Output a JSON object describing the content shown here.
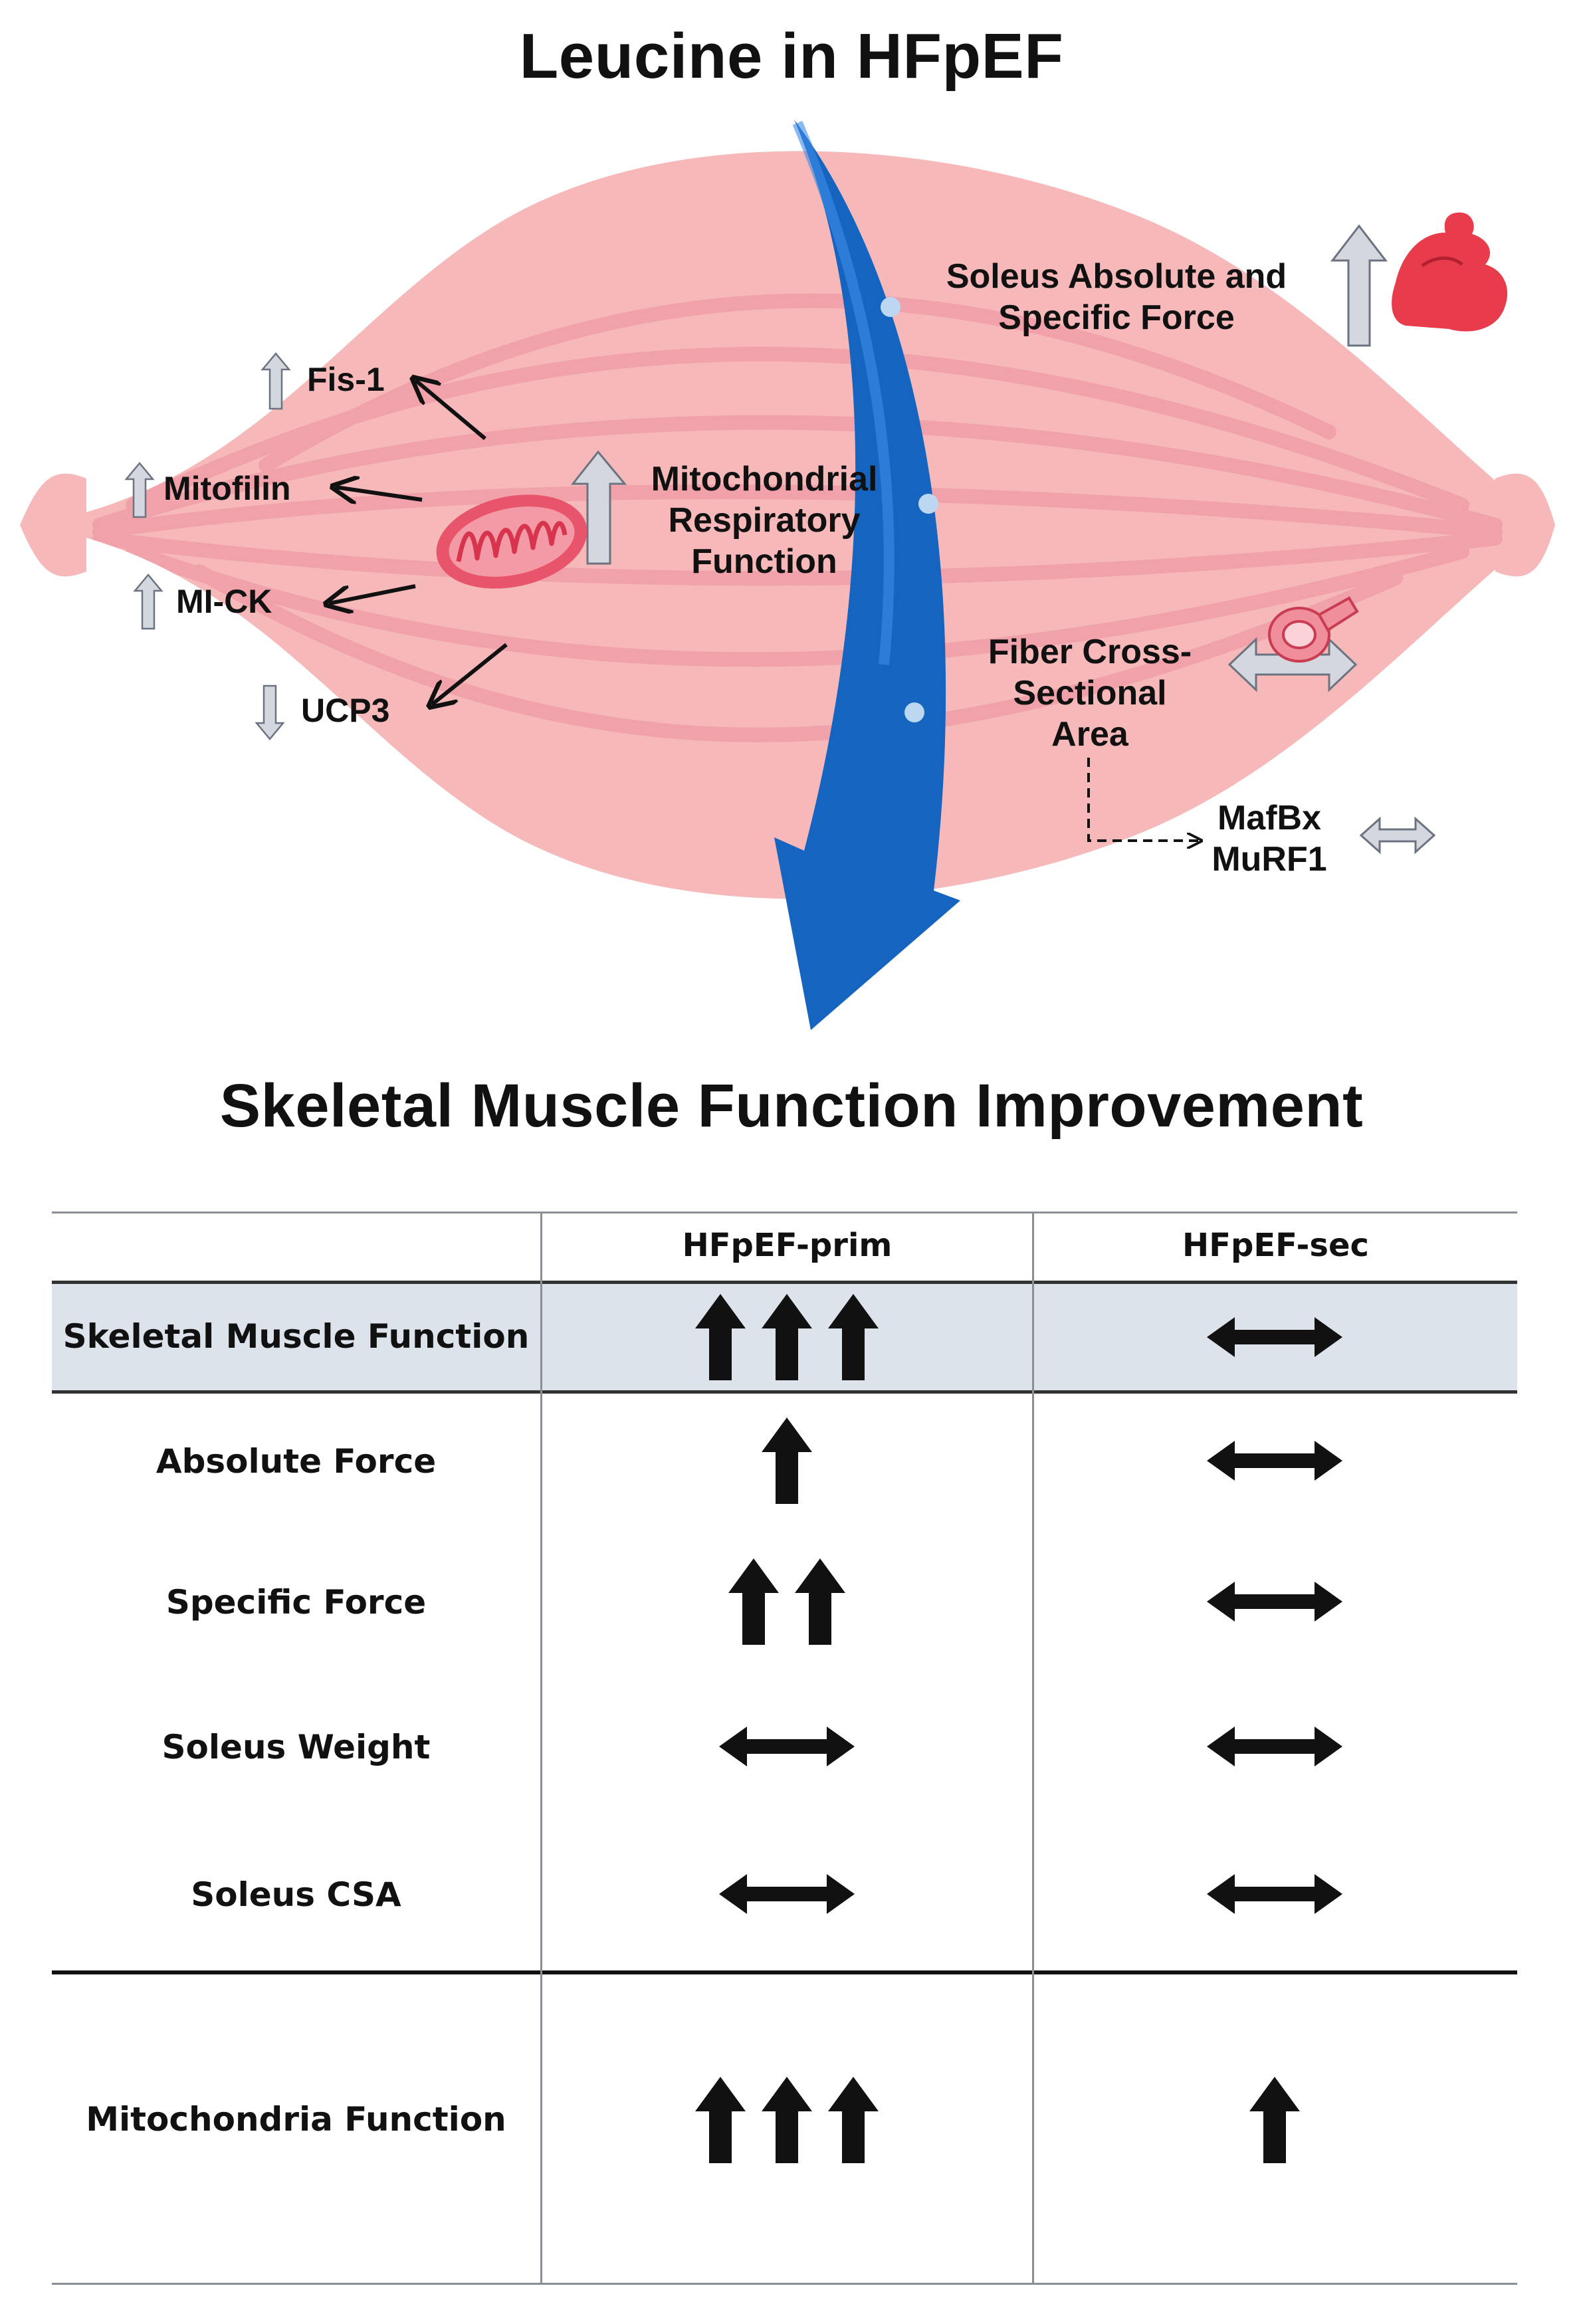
{
  "figure": {
    "title": "Leucine in HFpEF",
    "subtitle": "Skeletal Muscle Function Improvement"
  },
  "diagram": {
    "markers": [
      {
        "label": "Fis-1",
        "direction": "up"
      },
      {
        "label": "Mitofilin",
        "direction": "up"
      },
      {
        "label": "MI-CK",
        "direction": "up"
      },
      {
        "label": "UCP3",
        "direction": "down"
      }
    ],
    "mito_label": [
      "Mitochondrial",
      "Respiratory",
      "Function"
    ],
    "force_label": [
      "Soleus Absolute and",
      "Specific Force"
    ],
    "fiber_label": [
      "Fiber Cross-",
      "Sectional",
      "Area"
    ],
    "atrophy_label": [
      "MafBx",
      "MuRF1"
    ],
    "icons": [
      "mitochondrion-icon",
      "flexed-arm-icon",
      "measuring-tape-icon"
    ],
    "colors": {
      "muscle": "#f6b8b8",
      "muscle_stripe": "#ee9aa4",
      "curved_arrow": "#1565c0",
      "mitochondrion": "#e8556a",
      "arm": "#e83b4c",
      "gray_arrow": "#d4d8de",
      "highlight_row": "#dde3ea"
    }
  },
  "table": {
    "columns": [
      "",
      "HFpEF-prim",
      "HFpEF-sec"
    ],
    "rows": [
      {
        "label": "Skeletal Muscle Function",
        "prim": "up-3",
        "sec": "unchanged",
        "highlight": true
      },
      {
        "label": "Absolute Force",
        "prim": "up-1",
        "sec": "unchanged"
      },
      {
        "label": "Specific Force",
        "prim": "up-2",
        "sec": "unchanged"
      },
      {
        "label": "Soleus Weight",
        "prim": "unchanged",
        "sec": "unchanged"
      },
      {
        "label": "Soleus CSA",
        "prim": "unchanged",
        "sec": "unchanged"
      },
      {
        "label": "Mitochondria Function",
        "prim": "up-3",
        "sec": "up-1"
      }
    ]
  }
}
